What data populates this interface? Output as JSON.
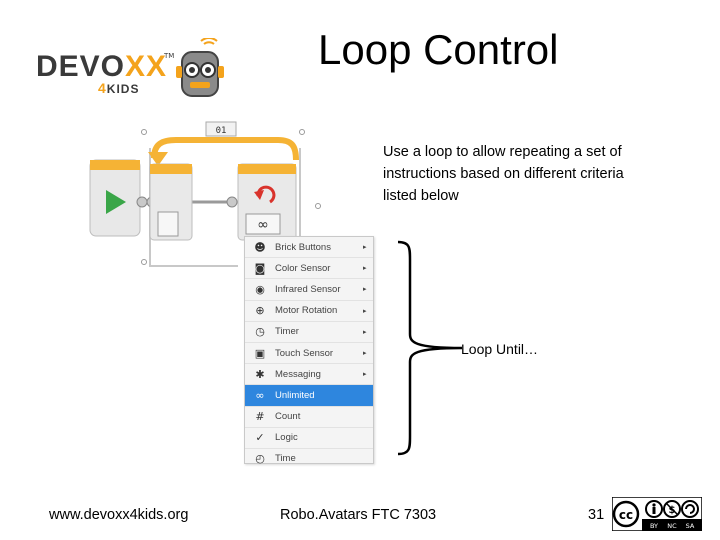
{
  "slide": {
    "title": "Loop Control",
    "description": "Use a loop to allow repeating a set of instructions based on different criteria listed below",
    "callout": "Loop Until…",
    "loop_block_label": "01"
  },
  "logo": {
    "word_part1": "DEVO",
    "word_part2": "XX",
    "tm": "TM",
    "four": "4",
    "kids": "KIDS"
  },
  "menu": {
    "items": [
      {
        "label": "Brick Buttons",
        "icon": "brick-buttons-icon",
        "glyph": "☻",
        "arrow": "▸",
        "selected": false
      },
      {
        "label": "Color Sensor",
        "icon": "color-sensor-icon",
        "glyph": "◙",
        "arrow": "▸",
        "selected": false
      },
      {
        "label": "Infrared Sensor",
        "icon": "infrared-sensor-icon",
        "glyph": "◉",
        "arrow": "▸",
        "selected": false
      },
      {
        "label": "Motor Rotation",
        "icon": "motor-rotation-icon",
        "glyph": "⊕",
        "arrow": "▸",
        "selected": false
      },
      {
        "label": "Timer",
        "icon": "timer-icon",
        "glyph": "◷",
        "arrow": "▸",
        "selected": false
      },
      {
        "label": "Touch Sensor",
        "icon": "touch-sensor-icon",
        "glyph": "▣",
        "arrow": "▸",
        "selected": false
      },
      {
        "label": "Messaging",
        "icon": "messaging-icon",
        "glyph": "✱",
        "arrow": "▸",
        "selected": false
      },
      {
        "label": "Unlimited",
        "icon": "infinity-icon",
        "glyph": "∞",
        "arrow": "",
        "selected": true
      },
      {
        "label": "Count",
        "icon": "count-icon",
        "glyph": "#",
        "arrow": "",
        "selected": false
      },
      {
        "label": "Logic",
        "icon": "logic-icon",
        "glyph": "✓",
        "arrow": "",
        "selected": false
      },
      {
        "label": "Time",
        "icon": "time-icon",
        "glyph": "◴",
        "arrow": "",
        "selected": false
      }
    ]
  },
  "footer": {
    "url": "www.devoxx4kids.org",
    "team": "Robo.Avatars FTC 7303",
    "page": "31",
    "license": [
      "BY",
      "NC",
      "SA"
    ]
  },
  "colors": {
    "loop_orange": "#f5b335",
    "start_green": "#3aa648",
    "selected_blue": "#2e86de",
    "logo_orange": "#f4a31c"
  }
}
